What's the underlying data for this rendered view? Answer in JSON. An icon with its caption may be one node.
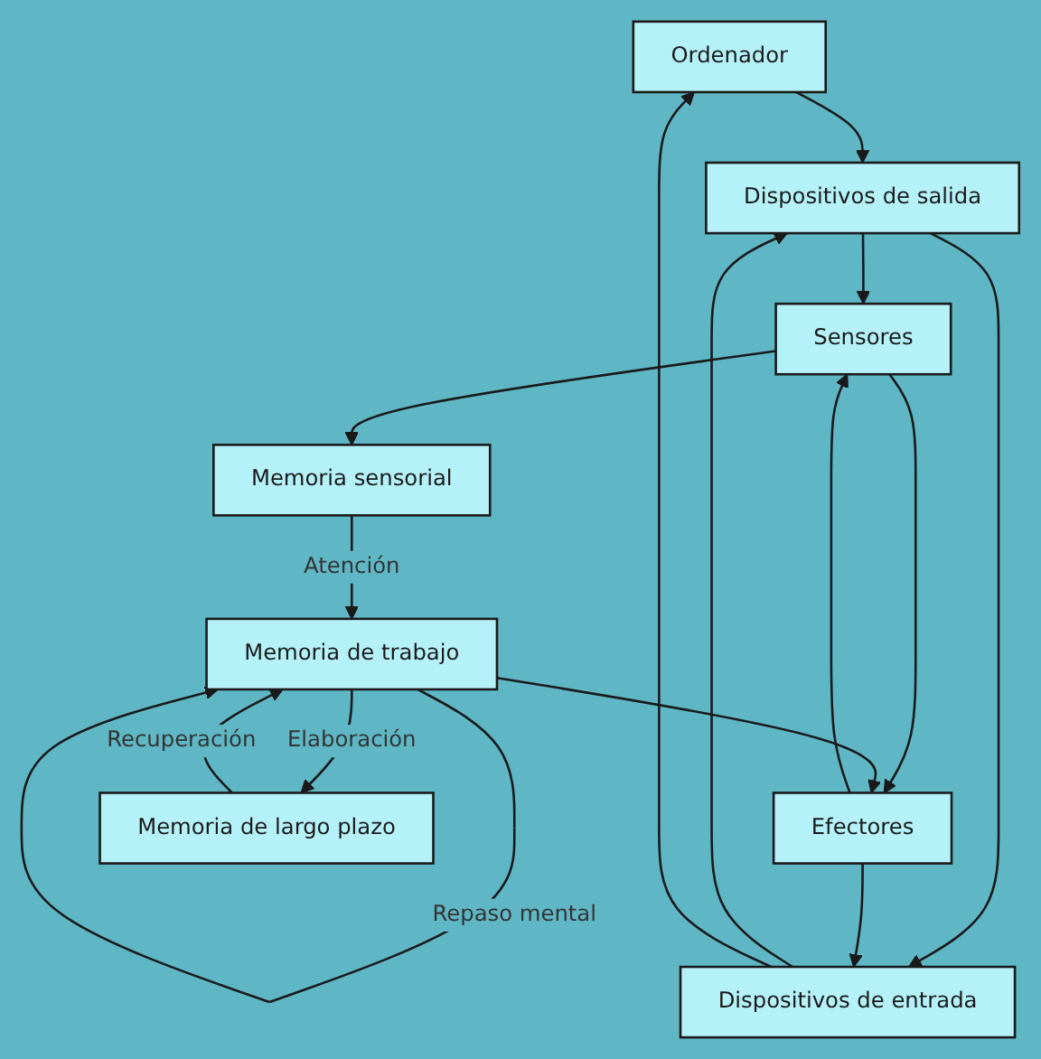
{
  "diagram": {
    "nodes": [
      {
        "text": [
          "Ordenador"
        ]
      },
      {
        "text": [
          "Dispositivos de salida"
        ]
      },
      {
        "text": [
          "Dispositivos de entrada"
        ]
      },
      {
        "text": [
          "Sensores"
        ]
      },
      {
        "text": [
          "Efectores"
        ]
      },
      {
        "text": [
          "Memoria sensorial"
        ]
      },
      {
        "text": [
          "Memoria de trabajo"
        ]
      },
      {
        "text": [
          "Memoria de largo plazo"
        ]
      }
    ],
    "edges": [
      {
        "from": 0,
        "to": 1,
        "arrow": "to"
      },
      {
        "from": 2,
        "to": 1,
        "arrow": "to"
      },
      {
        "from": 1,
        "to": 2,
        "arrow": "to"
      },
      {
        "from": 2,
        "to": 0,
        "arrow": "to"
      },
      {
        "from": 1,
        "to": 3,
        "arrow": "to"
      },
      {
        "from": 4,
        "to": 2,
        "arrow": "to"
      },
      {
        "from": 4,
        "to": 3,
        "arrow": "to"
      },
      {
        "from": 3,
        "to": 4,
        "arrow": "to"
      },
      {
        "from": 3,
        "to": 5,
        "arrow": "to"
      },
      {
        "from": 6,
        "to": 4,
        "arrow": "to"
      },
      {
        "from": 6,
        "to": 6,
        "label": "Repaso mental",
        "arrow": "to"
      },
      {
        "from": 5,
        "to": 6,
        "label": "Atención",
        "arrow": "to"
      },
      {
        "from": 6,
        "to": 7,
        "label": "Elaboración",
        "arrow": "to"
      },
      {
        "from": 7,
        "to": 6,
        "label": "Recuperación",
        "arrow": "to"
      }
    ]
  }
}
